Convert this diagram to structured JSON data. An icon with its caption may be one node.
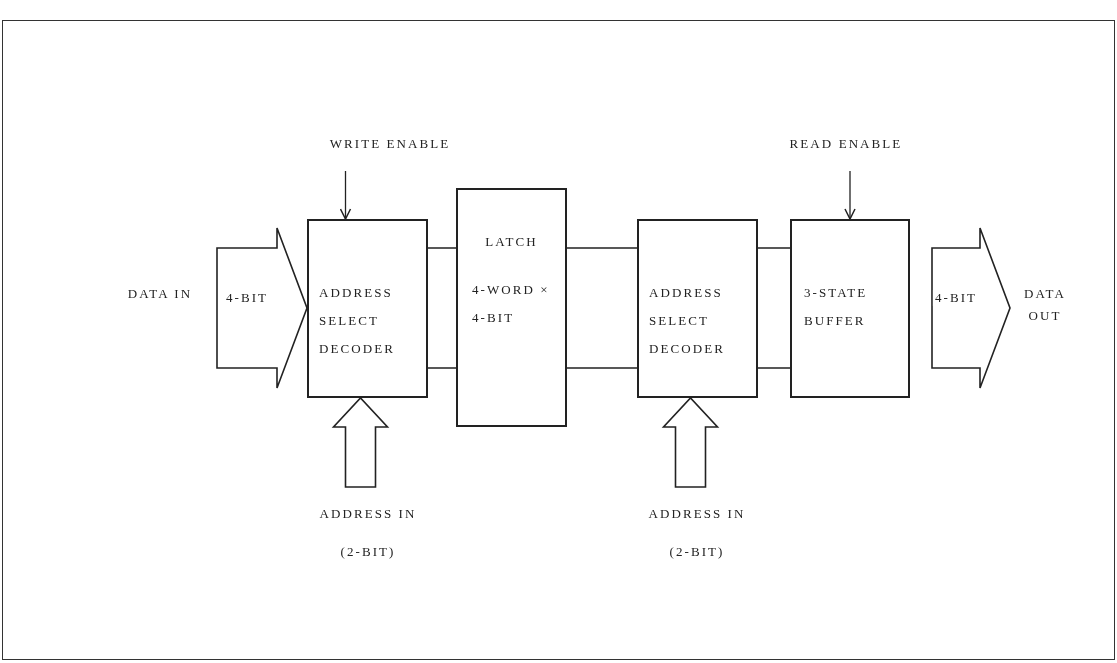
{
  "diagram": {
    "nodes": [
      {
        "text": [
          "WRITE ENABLE"
        ]
      },
      {
        "text": [
          "READ ENABLE"
        ]
      },
      {
        "text": [
          "DATA IN"
        ]
      },
      {
        "text": [
          "ADDRESS SELECT DECODER"
        ]
      },
      {
        "text": [
          "LATCH",
          "4-WORD × 4-BIT"
        ]
      },
      {
        "text": [
          "ADDRESS SELECT DECODER"
        ]
      },
      {
        "text": [
          "3-STATE BUFFER"
        ]
      },
      {
        "text": [
          "DATA OUT"
        ]
      },
      {
        "text": [
          "ADDRESS IN (2-BIT)"
        ]
      },
      {
        "text": [
          "ADDRESS IN (2-BIT)"
        ]
      }
    ],
    "edges": [
      {
        "from": 0,
        "to": 3,
        "arrow": "to"
      },
      {
        "from": 1,
        "to": 6,
        "arrow": "to"
      },
      {
        "from": 2,
        "to": 3,
        "arrow": "to",
        "style": "thick",
        "label": "4-BIT"
      },
      {
        "from": 3,
        "to": 4,
        "arrow": "none"
      },
      {
        "from": 4,
        "to": 5,
        "arrow": "none"
      },
      {
        "from": 5,
        "to": 6,
        "arrow": "none"
      },
      {
        "from": 6,
        "to": 7,
        "arrow": "to",
        "style": "thick",
        "label": "4-BIT"
      },
      {
        "from": 8,
        "to": 3,
        "arrow": "to",
        "style": "thick"
      },
      {
        "from": 9,
        "to": 5,
        "arrow": "to",
        "style": "thick"
      }
    ]
  }
}
